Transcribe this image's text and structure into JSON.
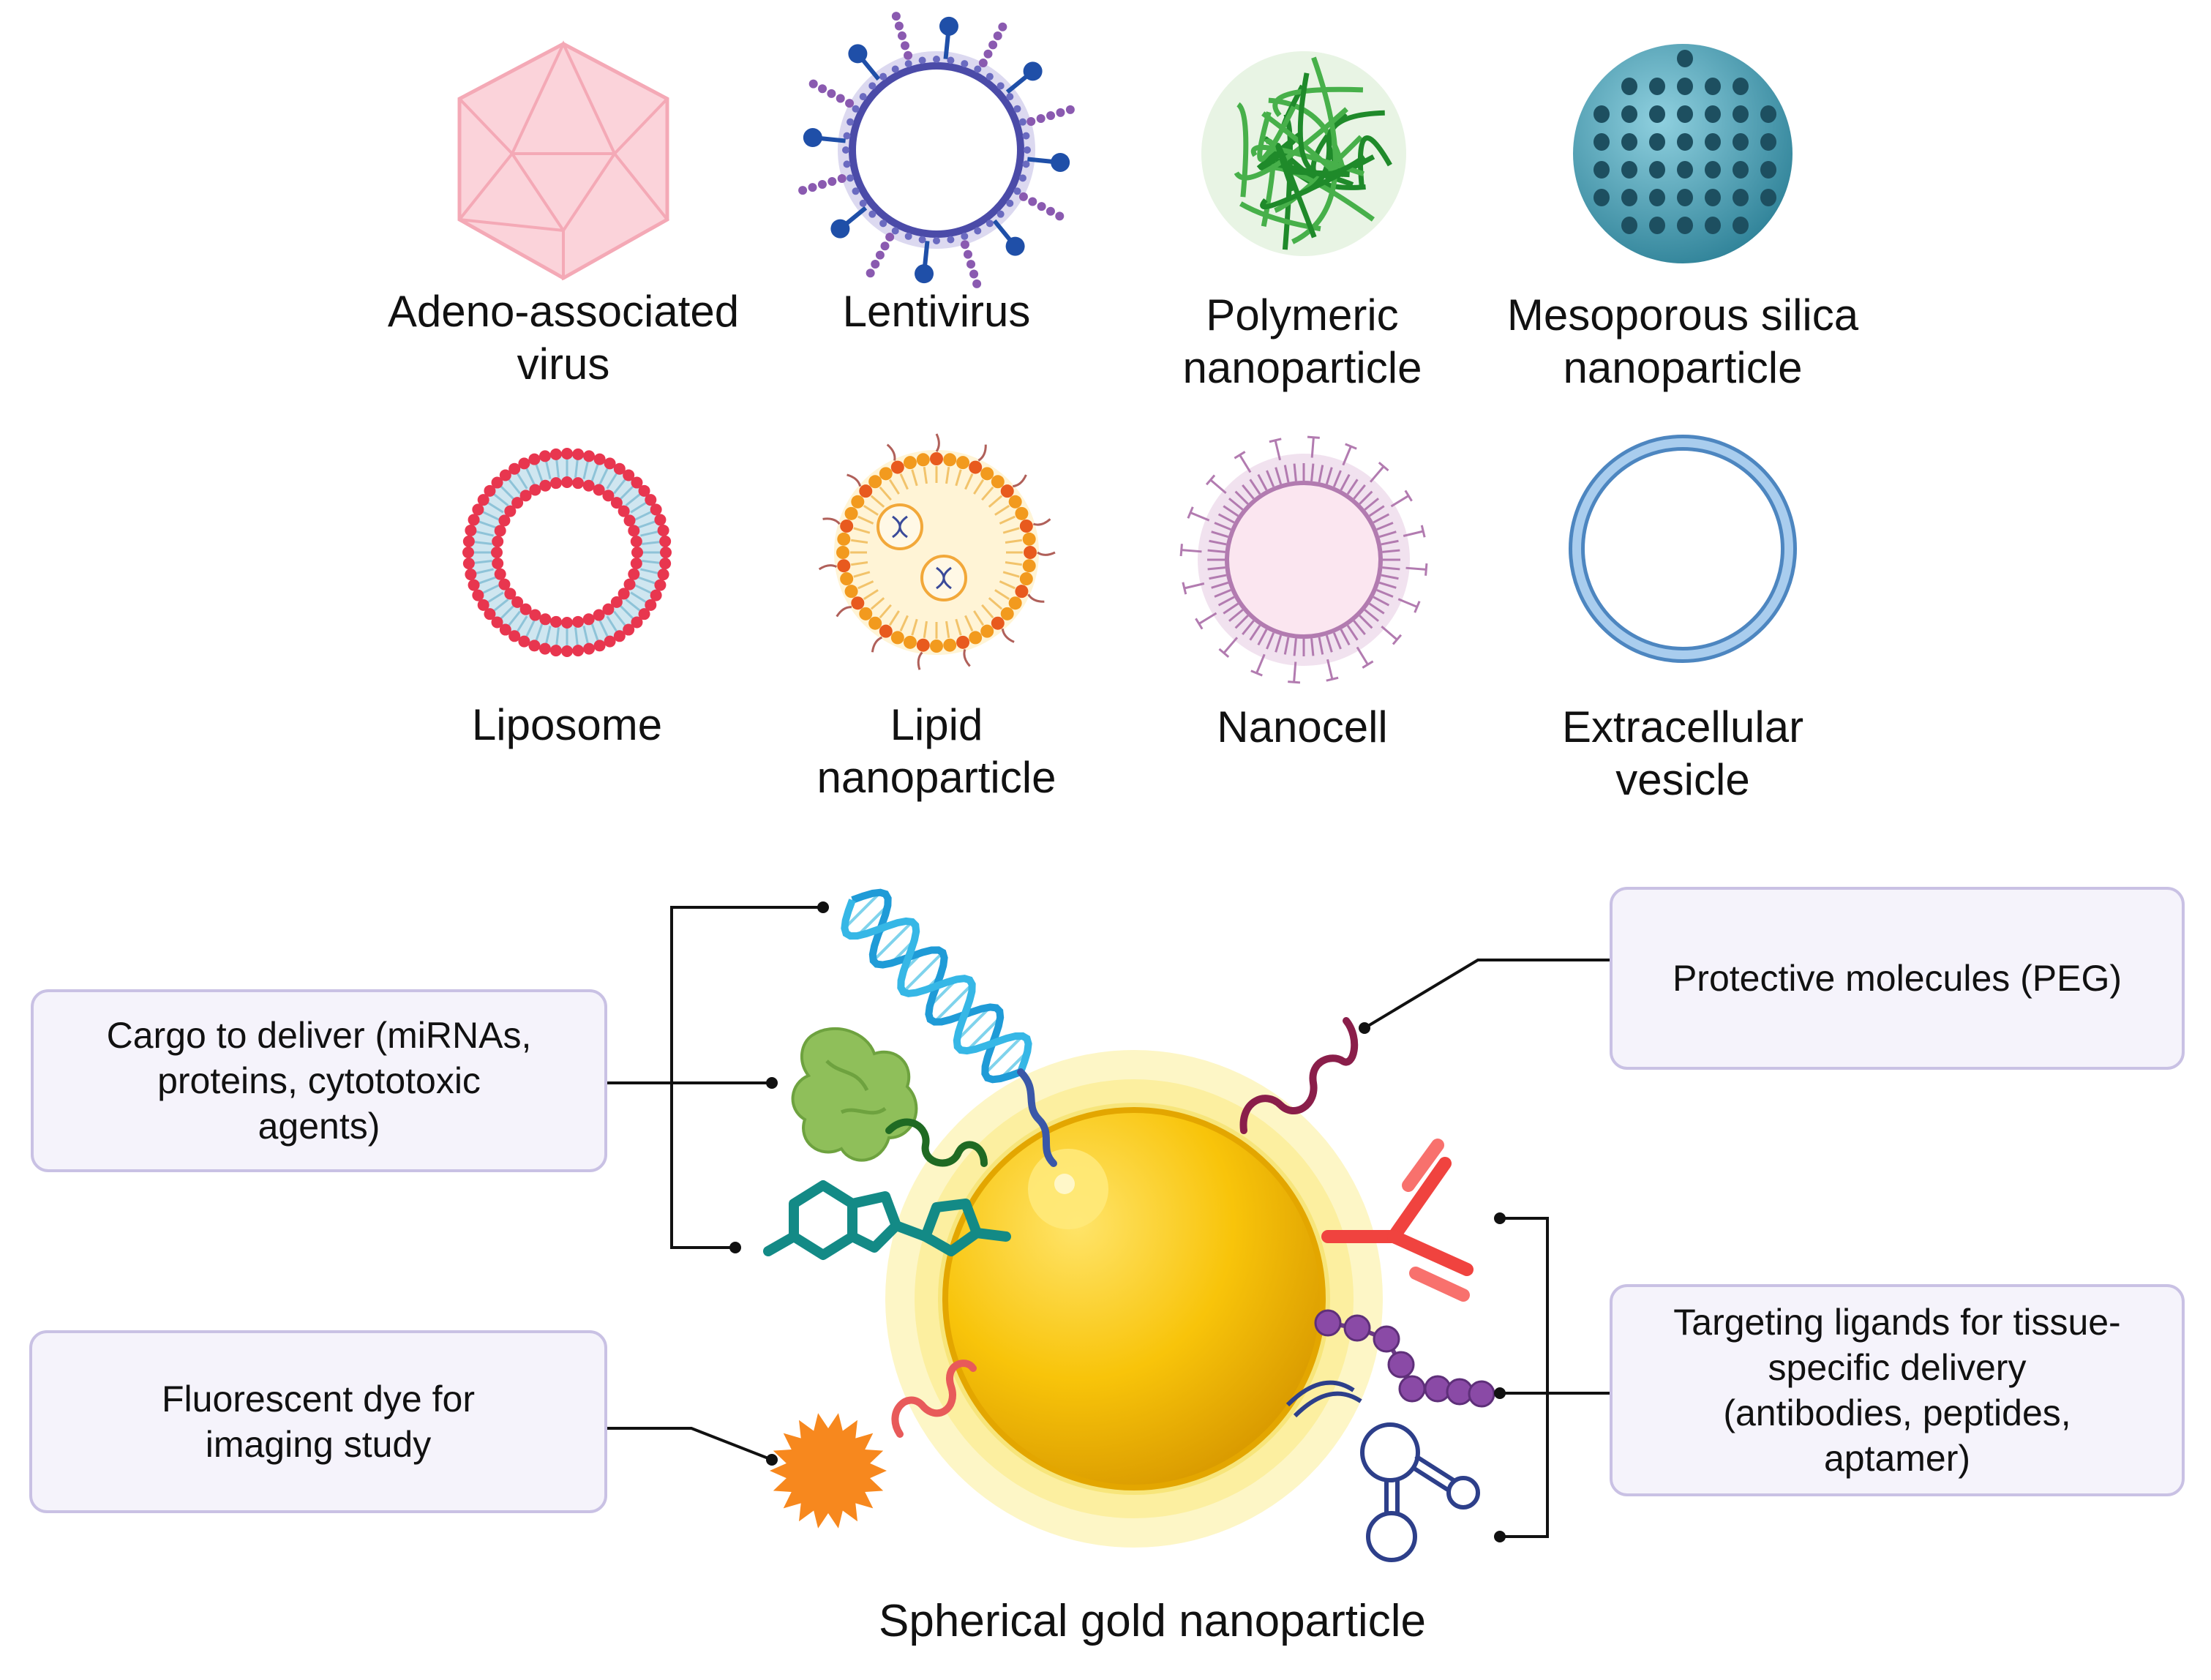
{
  "carriers": [
    {
      "name": "Adeno-associated virus",
      "label": "Adeno-associated\nvirus"
    },
    {
      "name": "Lentivirus",
      "label": "Lentivirus"
    },
    {
      "name": "Polymeric nanoparticle",
      "label": "Polymeric\nnanoparticle"
    },
    {
      "name": "Mesoporous silica nanoparticle",
      "label": "Mesoporous silica\nnanoparticle"
    },
    {
      "name": "Liposome",
      "label": "Liposome"
    },
    {
      "name": "Lipid nanoparticle",
      "label": "Lipid\nnanoparticle"
    },
    {
      "name": "Nanocell",
      "label": "Nanocell"
    },
    {
      "name": "Extracellular vesicle",
      "label": "Extracellular\nvesicle"
    }
  ],
  "gold_nanoparticle": {
    "caption": "Spherical gold nanoparticle",
    "callouts": {
      "cargo": "Cargo to deliver (miRNAs,\nproteins, cytototoxic\nagents)",
      "peg": "Protective molecules (PEG)",
      "dye": "Fluorescent dye for\nimaging study",
      "targeting": "Targeting ligands for tissue-\nspecific delivery\n(antibodies, peptides,\naptamer)"
    }
  },
  "colors": {
    "aav": "#f4a9b6",
    "lentivirus_ring": "#4b4ba8",
    "lentivirus_spike": "#1f4fa8",
    "polymer": "#1f8a2a",
    "silica": "#4ca3b7",
    "liposome_head": "#e8364f",
    "lipid_head": "#f29a1e",
    "nanocell": "#b27bb0",
    "vesicle": "#6a9fd2",
    "gold": "#f8c40a",
    "callout_bg": "#f5f3fb",
    "callout_border": "#c9c1e4"
  }
}
